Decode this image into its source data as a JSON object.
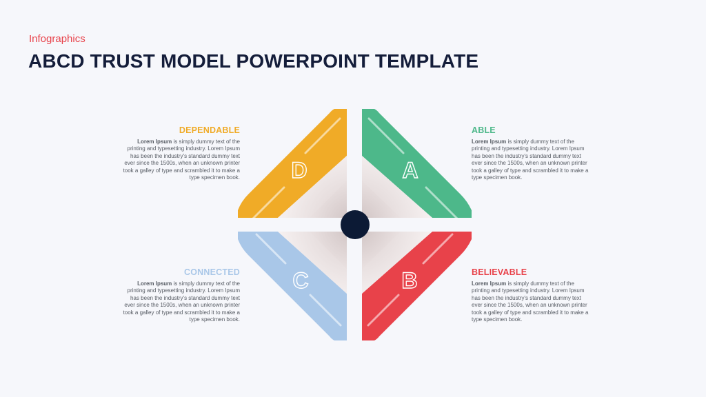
{
  "header": {
    "category": "Infographics",
    "title": "ABCD TRUST MODEL POWERPOINT TEMPLATE"
  },
  "center": {
    "color": "#0c1a35"
  },
  "quadrants": [
    {
      "letter": "D",
      "heading": "DEPENDABLE",
      "color": "#f0ab27",
      "lead": "Lorem Ipsum",
      "text": " is simply dummy text of the printing and typesetting industry. Lorem Ipsum has been the industry's standard dummy text ever since the 1500s, when an unknown printer took a galley of type and scrambled it to make a type specimen book."
    },
    {
      "letter": "A",
      "heading": "ABLE",
      "color": "#4db88a",
      "lead": "Lorem Ipsum",
      "text": " is simply dummy text of the printing and typesetting industry. Lorem Ipsum has been the industry's standard dummy text ever since the 1500s, when an unknown printer took a galley of type and scrambled it to make a type specimen book."
    },
    {
      "letter": "C",
      "heading": "CONNECTED",
      "color": "#a9c7e8",
      "lead": "Lorem Ipsum",
      "text": " is simply dummy text of the printing and typesetting industry. Lorem Ipsum has been the industry's standard dummy text ever since the 1500s, when an unknown printer took a galley of type and scrambled it to make a type specimen book."
    },
    {
      "letter": "B",
      "heading": "BELIEVABLE",
      "color": "#e8424a",
      "lead": "Lorem Ipsum",
      "text": " is simply dummy text of the printing and typesetting industry. Lorem Ipsum has been the industry's standard dummy text ever since the 1500s, when an unknown printer took a galley of type and scrambled it to make a type specimen book."
    }
  ]
}
